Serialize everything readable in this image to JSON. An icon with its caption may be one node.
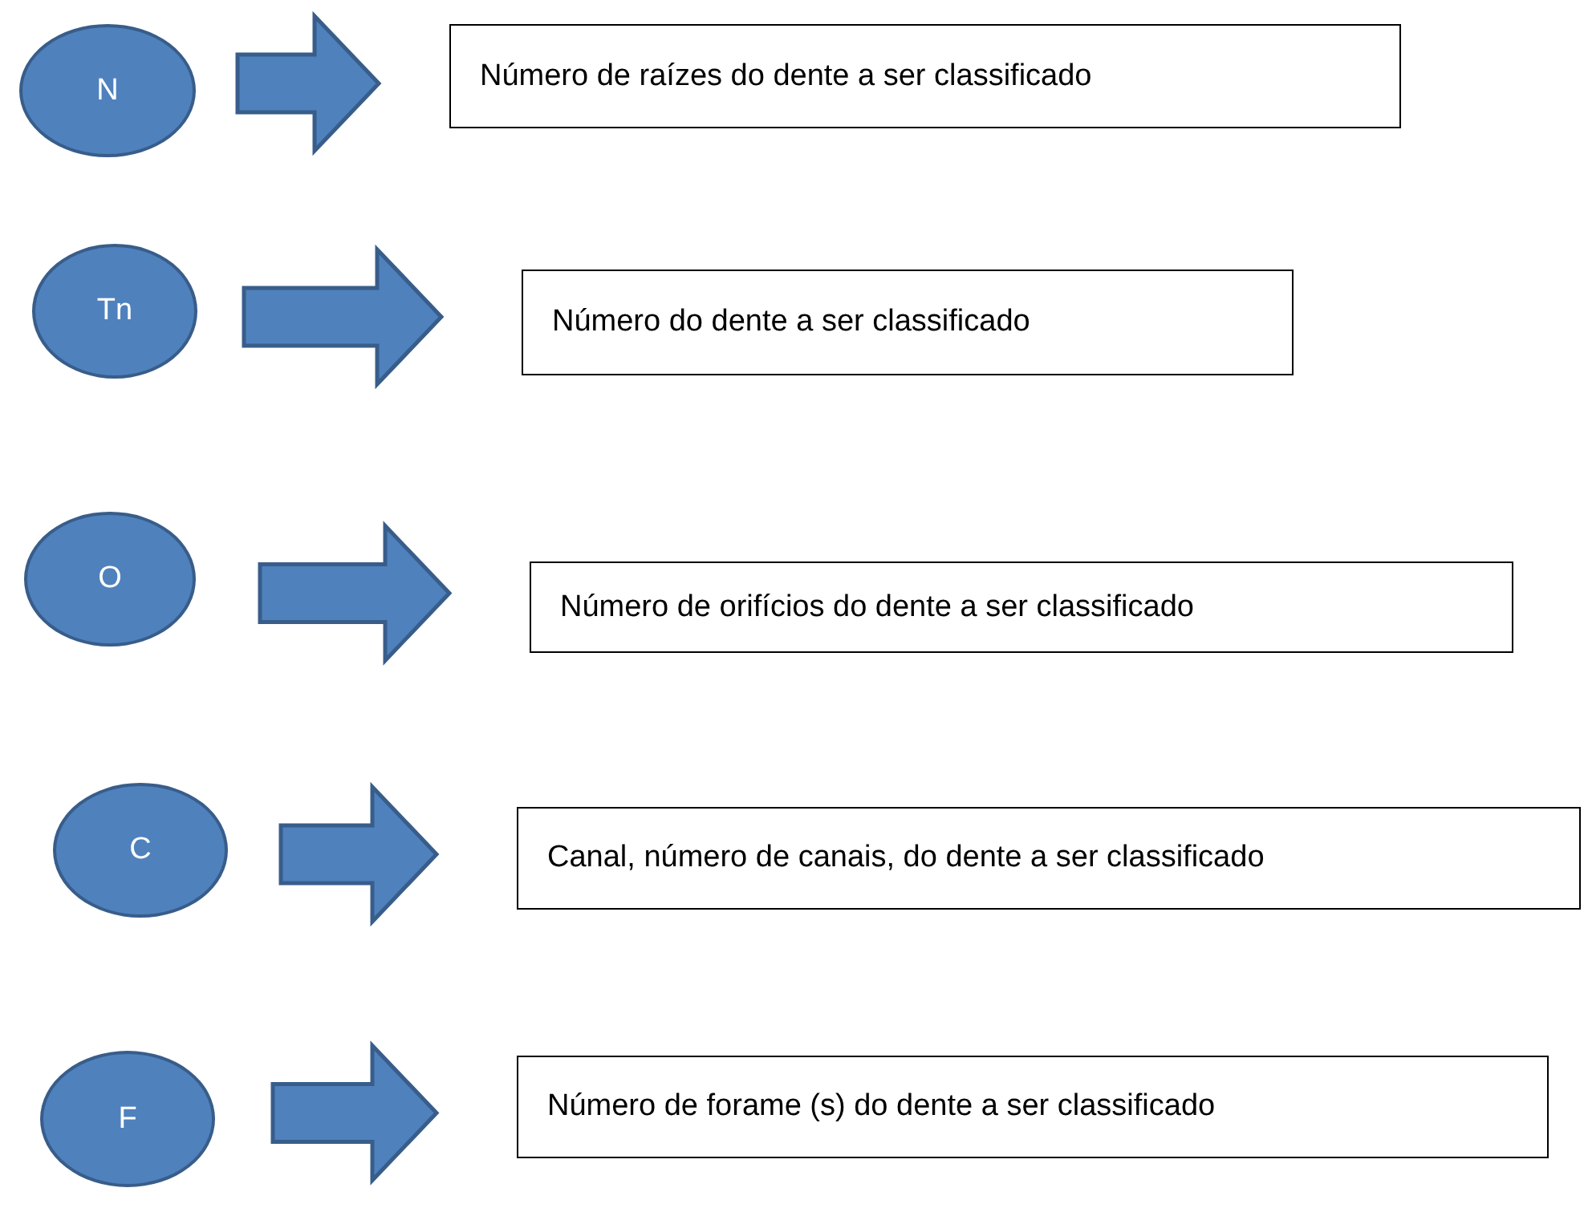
{
  "diagram": {
    "nodes": [
      {
        "text": [
          "N"
        ]
      },
      {
        "text": [
          "Número de raízes do dente a ser classificado"
        ]
      },
      {
        "text": [
          "Tn"
        ]
      },
      {
        "text": [
          "Número do dente a ser classificado"
        ]
      },
      {
        "text": [
          "O"
        ]
      },
      {
        "text": [
          "Número de orifícios do dente a ser classificado"
        ]
      },
      {
        "text": [
          "C"
        ]
      },
      {
        "text": [
          "Canal, número de canais, do dente a ser classificado"
        ]
      },
      {
        "text": [
          "F"
        ]
      },
      {
        "text": [
          "Número de forame (s) do dente a ser classificado"
        ]
      }
    ],
    "edges": [
      {
        "from": 0,
        "to": 1,
        "arrow": "to"
      },
      {
        "from": 2,
        "to": 3,
        "arrow": "to"
      },
      {
        "from": 4,
        "to": 5,
        "arrow": "to"
      },
      {
        "from": 6,
        "to": 7,
        "arrow": "to"
      },
      {
        "from": 8,
        "to": 9,
        "arrow": "to"
      }
    ]
  }
}
